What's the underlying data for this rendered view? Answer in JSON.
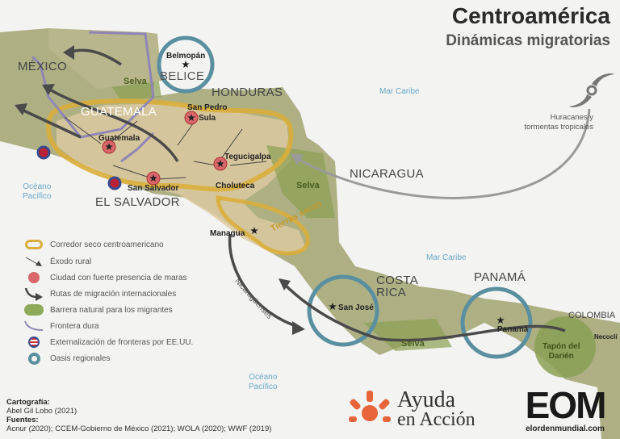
{
  "header": {
    "title": "Centroamérica",
    "subtitle": "Dinámicas migratorias"
  },
  "countries": {
    "mexico": "MÉXICO",
    "belice": "BELICE",
    "honduras": "HONDURAS",
    "guatemala": "GUATEMALA",
    "el_salvador": "EL SALVADOR",
    "nicaragua": "NICARAGUA",
    "costa_rica_1": "COSTA",
    "costa_rica_2": "RICA",
    "panama": "PANAMÁ",
    "colombia": "COLOMBIA"
  },
  "cities": {
    "belmopan": "Belmopán",
    "san_pedro_sula_1": "San Pedro",
    "san_pedro_sula_2": "Sula",
    "guatemala": "Guatemala",
    "tegucigalpa": "Tegucigalpa",
    "san_salvador": "San Salvador",
    "choluteca": "Choluteca",
    "managua": "Managua",
    "san_jose": "San José",
    "panama": "Panamá",
    "necocli": "Necoclí"
  },
  "seas": {
    "mar_caribe_1": "Mar Caribe",
    "mar_caribe_2": "Mar Caribe",
    "pacifico_1a": "Océano",
    "pacifico_1b": "Pacífico",
    "pacifico_2a": "Océano",
    "pacifico_2b": "Pacífico"
  },
  "annotations": {
    "selva_1": "Selva",
    "selva_2": "Selva",
    "selva_3": "Selva",
    "tierras_secas": "Tierras secas",
    "nicaraguenses": "Nicaragüenses",
    "huracanes_1": "Huracanes y",
    "huracanes_2": "tormentas tropicales",
    "darien_1": "Tapón del",
    "darien_2": "Darién"
  },
  "legend": [
    {
      "icon": "dry-corridor-ring",
      "label": "Corredor seco centroamericano"
    },
    {
      "icon": "thin-arrow",
      "label": "Éxodo rural"
    },
    {
      "icon": "red-dot",
      "label": "Ciudad con fuerte presencia de maras"
    },
    {
      "icon": "curved-arrow",
      "label": "Rutas de migración internacionales"
    },
    {
      "icon": "green-blob",
      "label": "Barrera natural para los migrantes"
    },
    {
      "icon": "purple-line",
      "label": "Frontera dura"
    },
    {
      "icon": "us-flag",
      "label": "Externalización de fronteras por EE.UU."
    },
    {
      "icon": "blue-ring",
      "label": "Oasis regionales"
    }
  ],
  "credits": {
    "carto_label": "Cartografía:",
    "carto_value": "Abel Gil Lobo (2021)",
    "sources_label": "Fuentes:",
    "sources_value": "Acnur (2020); CCEM-Gobierno de México (2021); WOLA (2020); WWF (2019)"
  },
  "logos": {
    "ayuda_1": "Ayuda",
    "ayuda_2": "en Acción",
    "eom": "EOM",
    "eom_url": "elordenmundial.com"
  },
  "colors": {
    "land": "#a9ad7e",
    "dry": "#d8c49a",
    "corridor": "#d9ae3c",
    "maras": "#d9676a",
    "oasis": "#5a8fa0",
    "frontier": "#8f86b5",
    "arrow": "#4a4a4a",
    "selva": "#7f9a4a"
  }
}
